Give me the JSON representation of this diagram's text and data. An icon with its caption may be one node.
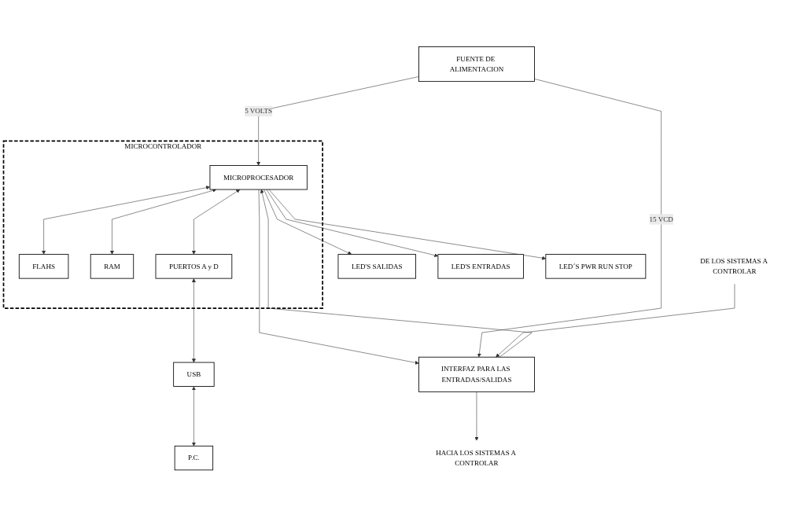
{
  "diagram": {
    "nodes": [
      {
        "text": [
          "MICROCONTROLADOR"
        ]
      },
      {
        "text": [
          "FUENTE DE ALIMENTACION"
        ]
      },
      {
        "text": [
          "MICROPROCESADOR"
        ],
        "in": 0
      },
      {
        "text": [
          "FLAHS"
        ],
        "in": 0
      },
      {
        "text": [
          "RAM"
        ],
        "in": 0
      },
      {
        "text": [
          "PUERTOS A y D"
        ],
        "in": 0
      },
      {
        "text": [
          "LED'S SALIDAS"
        ]
      },
      {
        "text": [
          "LED'S ENTRADAS"
        ]
      },
      {
        "text": [
          "LED´S PWR RUN STOP"
        ]
      },
      {
        "text": [
          "USB"
        ]
      },
      {
        "text": [
          "P.C."
        ]
      },
      {
        "text": [
          "INTERFAZ PARA LAS ENTRADAS/SALIDAS"
        ]
      },
      {
        "text": [
          "DE LOS SISTEMAS A CONTROLAR"
        ]
      },
      {
        "text": [
          "HACIA LOS SISTEMAS A CONTROLAR"
        ]
      }
    ],
    "edges": [
      {
        "from": 1,
        "to": 2,
        "arrow": "to",
        "label": "5 VOLTS"
      },
      {
        "from": 2,
        "to": 3,
        "arrow": "both"
      },
      {
        "from": 2,
        "to": 4,
        "arrow": "both"
      },
      {
        "from": 2,
        "to": 5,
        "arrow": "both"
      },
      {
        "from": 2,
        "to": 6,
        "arrow": "to"
      },
      {
        "from": 2,
        "to": 7,
        "arrow": "to"
      },
      {
        "from": 2,
        "to": 8,
        "arrow": "to"
      },
      {
        "from": 2,
        "to": 11,
        "arrow": "to"
      },
      {
        "from": 11,
        "to": 2,
        "arrow": "to"
      },
      {
        "from": 5,
        "to": 9,
        "arrow": "both"
      },
      {
        "from": 9,
        "to": 10,
        "arrow": "both"
      },
      {
        "from": 1,
        "to": 11,
        "arrow": "to",
        "label": "15 VCD"
      },
      {
        "from": 12,
        "to": 11,
        "arrow": "to"
      },
      {
        "from": 11,
        "to": 13,
        "arrow": "to"
      }
    ]
  }
}
